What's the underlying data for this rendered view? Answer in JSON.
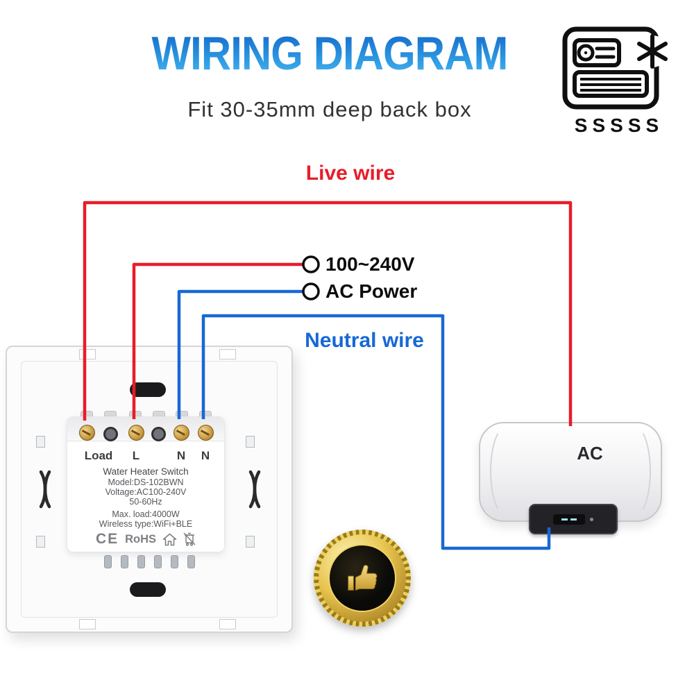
{
  "title": "WIRING DIAGRAM",
  "subtitle": "Fit 30-35mm deep back box",
  "wiring": {
    "live_label": "Live wire",
    "neutral_label": "Neutral wire",
    "power_label_line1": "100~240V",
    "power_label_line2": "AC Power"
  },
  "switch_panel": {
    "terminal_labels": [
      "Load",
      "L",
      "N",
      "N"
    ],
    "info_lines": [
      "Water Heater Switch",
      "Model:DS-102BWN",
      "Voltage:AC100-240V",
      "50-60Hz",
      "Max. load:4000W",
      "Wireless type:WiFi+BLE"
    ],
    "cert_ce": "CE",
    "cert_rohs": "RoHS"
  },
  "heater": {
    "label": "AC"
  },
  "icons": {
    "hvac": "air-conditioner-unit-icon",
    "snowflake": "snowflake-icon",
    "heat_squiggles": "SSSSS",
    "house": "house-icon",
    "weee": "crossed-wheelie-bin-icon",
    "thumbs_up": "thumbs-up-icon"
  },
  "colors": {
    "live_wire": "#e81c2a",
    "neutral_wire": "#1668d6",
    "title_blue": "#2586dd",
    "badge_gold": "#e2bf4a"
  }
}
